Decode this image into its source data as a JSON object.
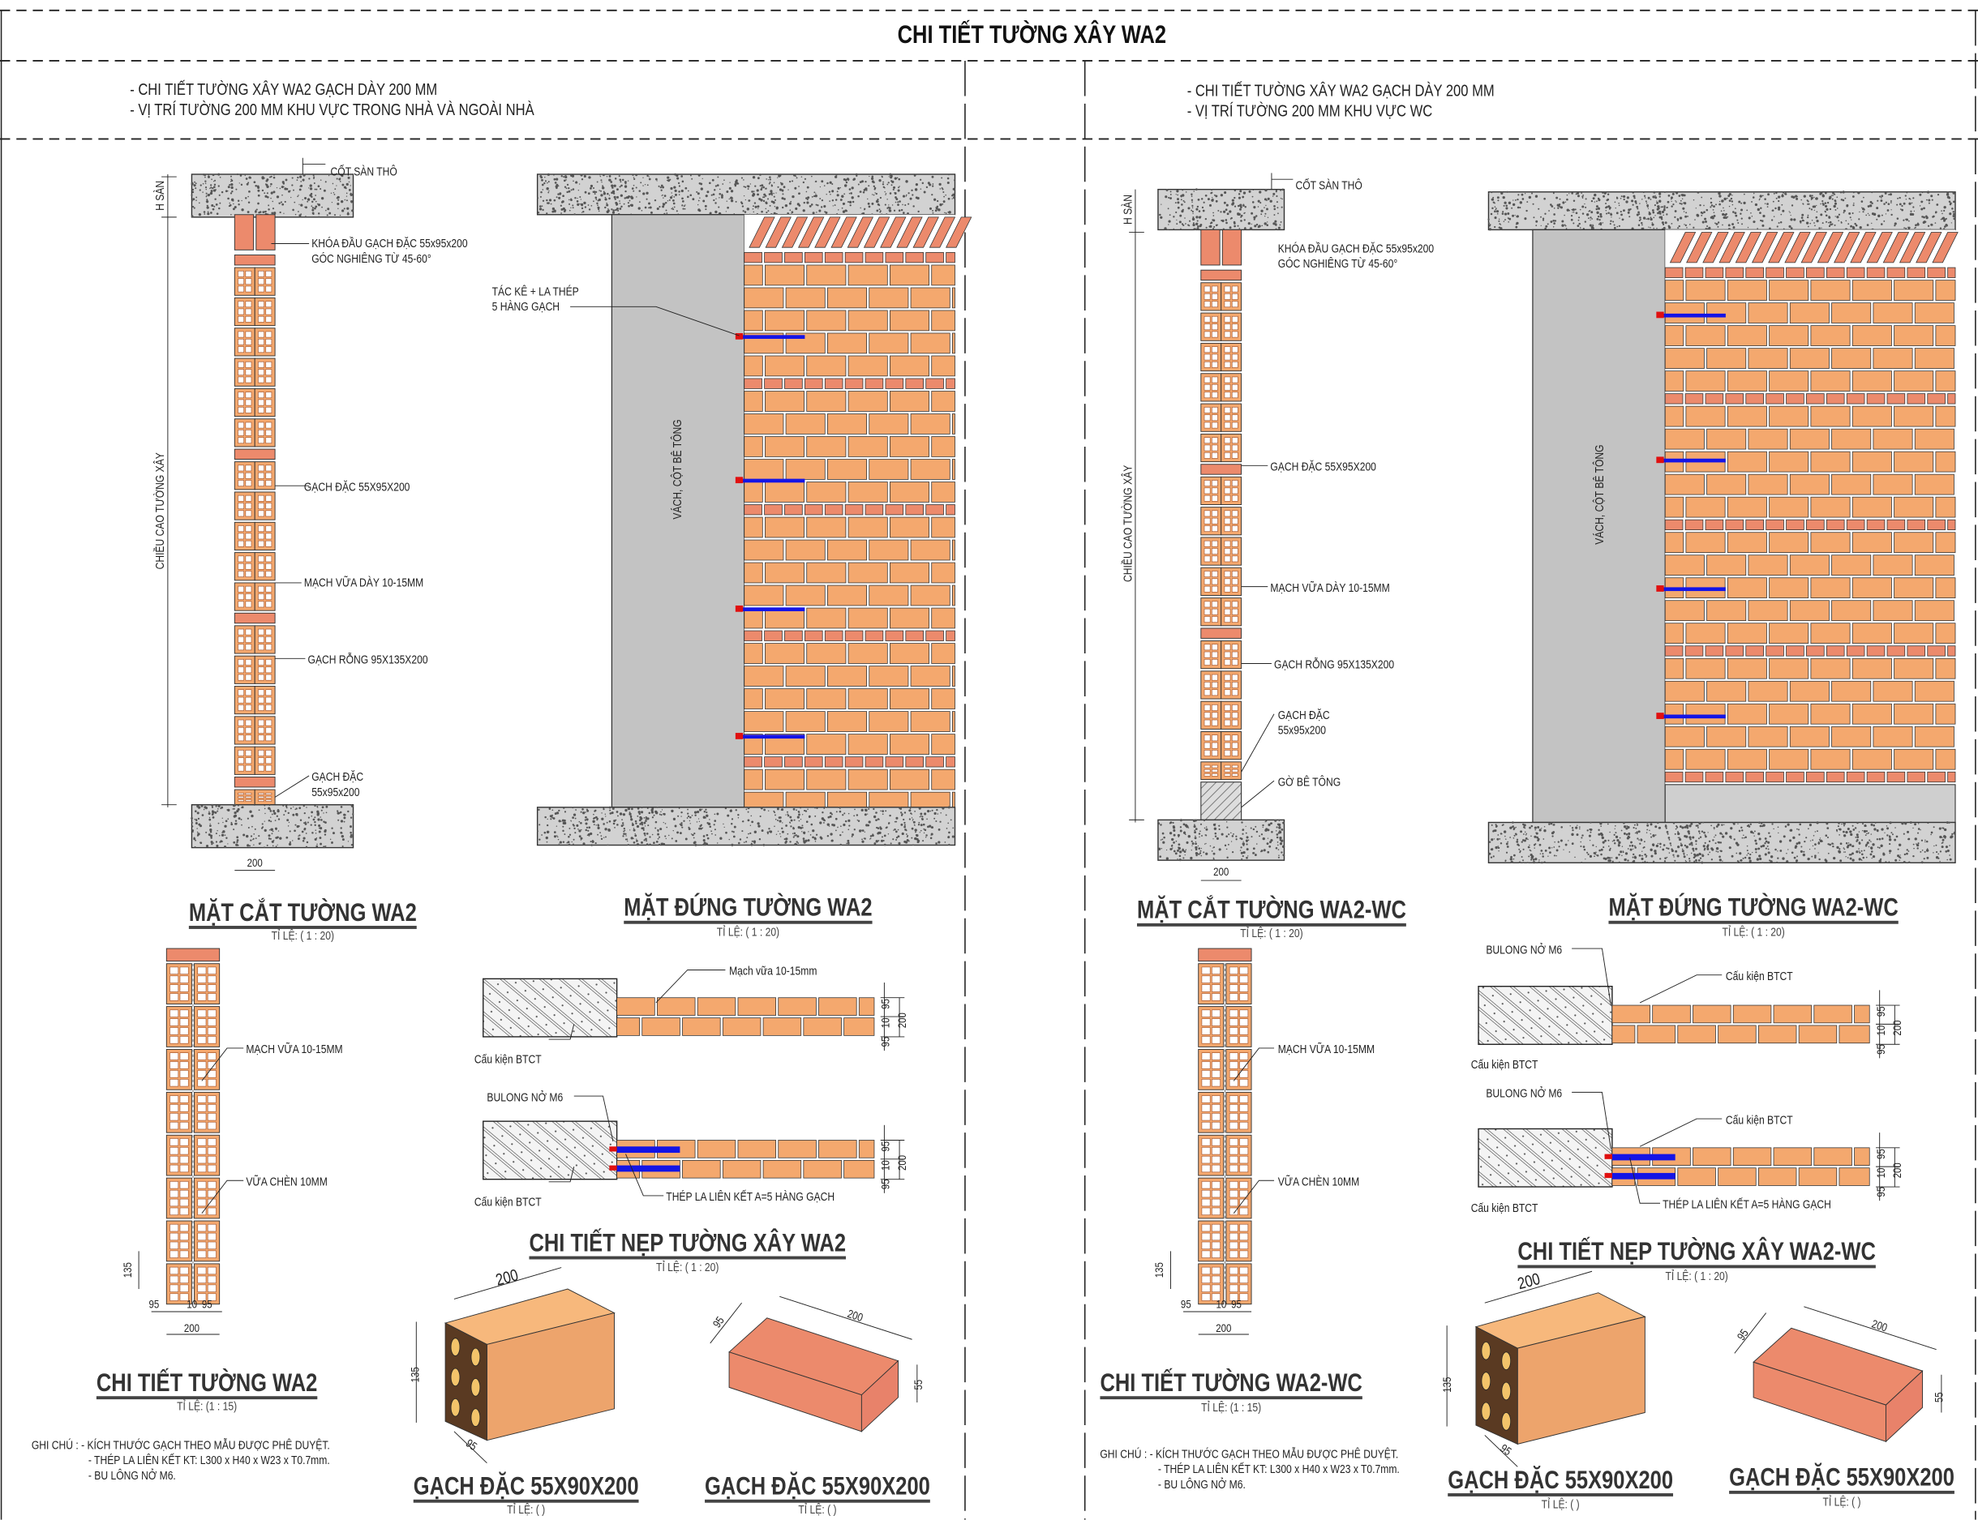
{
  "title": "CHI TIẾT TƯỜNG XÂY WA2",
  "left": {
    "notes": [
      "- CHI TIẾT TƯỜNG XÂY WA2 GẠCH DÀY 200 MM",
      "- VỊ TRÍ TƯỜNG 200 MM KHU VỰC TRONG NHÀ VÀ NGOÀI NHÀ"
    ],
    "section": {
      "title": "MẶT CẮT TƯỜNG WA2",
      "scale": "TỈ LỆ: ( 1 : 20)",
      "slab_level": "CỐT SÀN THÔ",
      "key_brick": "KHÓA ĐẦU GẠCH ĐẶC  55x95x200",
      "key_angle": "GÓC NGHIÊNG TỪ 45-60°",
      "solid_brick": "GẠCH ĐẶC 55X95X200",
      "mortar": "MẠCH VỮA DÀY 10-15MM",
      "hollow_brick": "GẠCH RỖNG 95X135X200",
      "solid_bottom_1": "GẠCH  ĐẶC",
      "solid_bottom_2": "55x95x200",
      "dim_width": "200",
      "dim_height": "CHIỀU CAO TƯỜNG XÂY",
      "dim_slab": "H SÀN"
    },
    "elevation": {
      "title": "MẶT ĐỨNG TƯỜNG WA2",
      "scale": "TỈ LỆ: ( 1 : 20)",
      "column": "VÁCH, CỘT BÊ TÔNG",
      "anchor_1": "TÁC KÊ + LA THÉP",
      "anchor_2": "5 HÀNG GẠCH"
    },
    "detail": {
      "title": "CHI TIẾT TƯỜNG WA2",
      "scale": "TỈ LỆ: (1 : 15)",
      "mortar": "MẠCH VỮA 10-15MM",
      "grout": "VỮA CHÈN 10MM",
      "dim_h": "135",
      "dim_a": "95",
      "dim_b": "10",
      "dim_c": "95",
      "dim_total": "200"
    },
    "notes_block": {
      "line1": "GHI CHÚ : - KÍCH THƯỚC GẠCH THEO MẪU ĐƯỢC PHÊ DUYỆT.",
      "line2": "- THÉP LA LIÊN KẾT KT: L300 x H40 x W23 x T0.7mm.",
      "line3": "- BU LÔNG NỞ M6."
    },
    "tie": {
      "title": "CHI TIẾT NẸP TƯỜNG XÂY WA2",
      "scale": "TỈ LỆ: ( 1 : 20)",
      "mortar": "Mạch vữa 10-15mm",
      "rc_member": "Cấu kiện BTCT",
      "bolt": "BULONG NỞ M6",
      "strap": "THÉP LA LIÊN KẾT A=5 HÀNG GẠCH",
      "dims": [
        "95",
        "10",
        "95",
        "200"
      ]
    },
    "brick_hollow": {
      "title": "GẠCH ĐẶC 55X90X200",
      "scale": "TỈ LỆ: ( )",
      "dims": [
        "200",
        "135",
        "95"
      ]
    },
    "brick_solid": {
      "title": "GẠCH ĐẶC 55X90X200",
      "scale": "TỈ LỆ: ( )",
      "dims": [
        "95",
        "200",
        "55"
      ]
    }
  },
  "right": {
    "notes": [
      "- CHI TIẾT TƯỜNG XÂY WA2 GẠCH DÀY 200 MM",
      "- VỊ TRÍ TƯỜNG 200 MM KHU VỰC WC"
    ],
    "section": {
      "title": "MẶT CẮT TƯỜNG WA2-WC",
      "scale": "TỈ LỆ: ( 1 : 20)",
      "slab_level": "CỐT SÀN THÔ",
      "key_brick": "KHÓA ĐẦU GẠCH ĐẶC  55x95x200",
      "key_angle": "GÓC NGHIÊNG TỪ 45-60°",
      "solid_brick": "GẠCH ĐẶC 55X95X200",
      "mortar": "MẠCH VỮA DÀY 10-15MM",
      "hollow_brick": "GẠCH RỖNG 95X135X200",
      "solid_bottom_1": "GẠCH  ĐẶC",
      "solid_bottom_2": "55x95x200",
      "curb": "GỜ BÊ TÔNG",
      "dim_width": "200",
      "dim_height": "CHIỀU CAO TƯỜNG XÂY",
      "dim_slab": "H SÀN"
    },
    "elevation": {
      "title": "MẶT ĐỨNG TƯỜNG WA2-WC",
      "scale": "TỈ LỆ: ( 1 : 20)",
      "column": "VÁCH, CỘT BÊ TÔNG"
    },
    "detail": {
      "title": "CHI TIẾT TƯỜNG WA2-WC",
      "scale": "TỈ LỆ: (1 : 15)",
      "mortar": "MẠCH VỮA 10-15MM",
      "grout": "VỮA CHÈN 10MM",
      "dim_h": "135",
      "dim_a": "95",
      "dim_b": "10",
      "dim_c": "95",
      "dim_total": "200"
    },
    "notes_block": {
      "line1": "GHI CHÚ : - KÍCH THƯỚC GẠCH THEO MẪU ĐƯỢC PHÊ DUYỆT.",
      "line2": "- THÉP LA LIÊN KẾT KT: L300 x H40 x W23 x T0.7mm.",
      "line3": "- BU LÔNG NỞ M6."
    },
    "tie": {
      "title": "CHI TIẾT NẸP TƯỜNG XÂY WA2-WC",
      "scale": "TỈ LỆ: ( 1 : 20)",
      "rc_member": "Cấu kiện BTCT",
      "bolt": "BULONG NỞ M6",
      "strap": "THÉP LA LIÊN KẾT A=5 HÀNG GẠCH",
      "dims": [
        "95",
        "10",
        "95",
        "200"
      ]
    },
    "brick_hollow": {
      "title": "GẠCH ĐẶC 55X90X200",
      "scale": "TỈ LỆ: ( )",
      "dims": [
        "200",
        "135",
        "95"
      ]
    },
    "brick_solid": {
      "title": "GẠCH ĐẶC 55X90X200",
      "scale": "TỈ LỆ: ( )",
      "dims": [
        "95",
        "200",
        "55"
      ]
    }
  },
  "colors": {
    "brick": "#f4a86e",
    "brick_solid": "#ec8a6c",
    "brick_dark": "#5a3a22",
    "concrete": "#d2d2d2",
    "column": "#c3c3c3",
    "steel": "#1414e6",
    "bolt": "#e01010"
  }
}
